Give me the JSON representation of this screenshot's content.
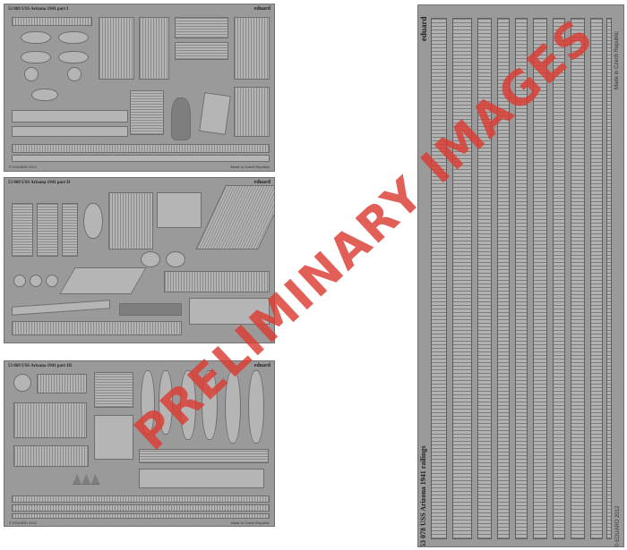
{
  "frets": {
    "part1": {
      "caption": "53 069  USS Arizona 1941   part I",
      "brand": "eduard",
      "copyright": "© EDUARD 2012",
      "made": "Made in Czech Republic"
    },
    "part2": {
      "caption": "53 069  USS Arizona 1941   part II",
      "brand": "eduard"
    },
    "part3": {
      "caption": "53 069  USS Arizona 1941   part III",
      "brand": "eduard",
      "copyright": "© EDUARD 2012",
      "made": "Made in Czech Republic"
    },
    "railings": {
      "brand": "eduard",
      "made": "Made in Czech Republic",
      "title": "53 078  USS Arizona 1941 railings",
      "copyright": "© EDUARD 2012"
    }
  },
  "watermark": "PRELIMINARY IMAGES"
}
